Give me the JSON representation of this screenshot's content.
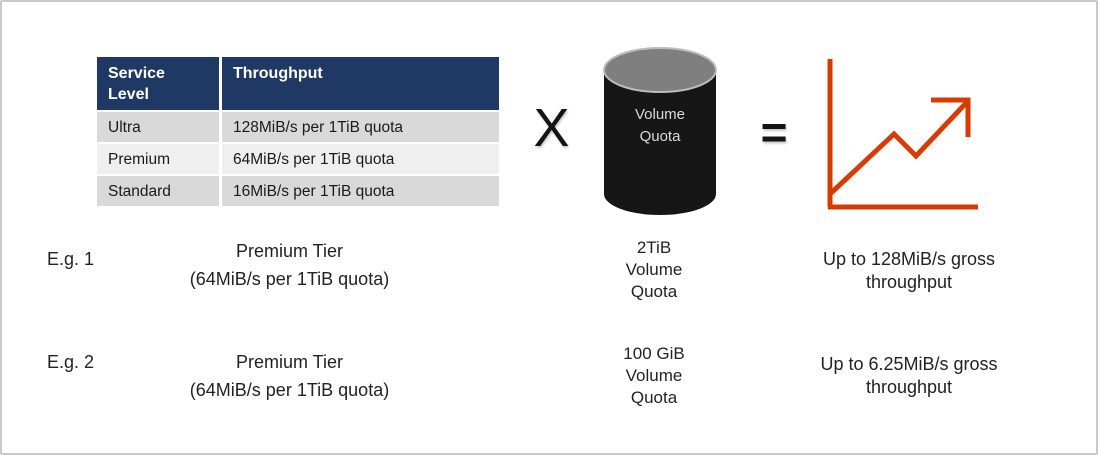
{
  "frame": {
    "background": "#ffffff",
    "border_color": "#c9c9c9"
  },
  "table": {
    "header_bg": "#1f3864",
    "header_text_color": "#ffffff",
    "row_bg_dark": "#d9d9d9",
    "row_bg_light": "#efefef",
    "columns": [
      "Service Level",
      "Throughput"
    ],
    "rows": [
      {
        "service_level": "Ultra",
        "throughput": "128MiB/s per 1TiB quota"
      },
      {
        "service_level": "Premium",
        "throughput": "64MiB/s per 1TiB quota"
      },
      {
        "service_level": "Standard",
        "throughput": "16MiB/s per 1TiB quota"
      }
    ]
  },
  "formula": {
    "multiply_sign": "X",
    "equals_sign": "=",
    "cylinder": {
      "line1": "Volume",
      "line2": "Quota",
      "body_color": "#161616",
      "top_color": "#7f7f7f"
    },
    "chart_icon_color": "#d83b01"
  },
  "examples": [
    {
      "label": "E.g. 1",
      "tier": {
        "line1": "Premium Tier",
        "line2": "(64MiB/s per 1TiB quota)"
      },
      "quota": {
        "line1": "2TiB",
        "line2": "Volume",
        "line3": "Quota"
      },
      "result": {
        "line1": "Up to 128MiB/s gross",
        "line2": "throughput"
      }
    },
    {
      "label": "E.g. 2",
      "tier": {
        "line1": "Premium Tier",
        "line2": "(64MiB/s per 1TiB quota)"
      },
      "quota": {
        "line1": "100 GiB",
        "line2": "Volume",
        "line3": "Quota"
      },
      "result": {
        "line1": "Up to 6.25MiB/s gross",
        "line2": "throughput"
      }
    }
  ]
}
